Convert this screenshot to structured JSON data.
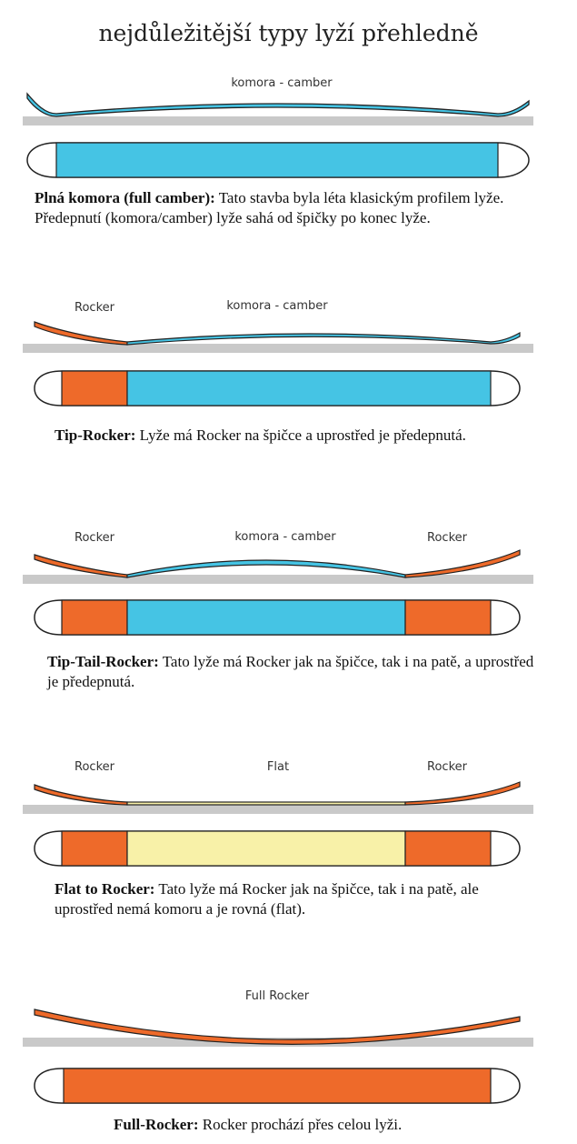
{
  "title": "nejdůležitější typy lyží přehledně",
  "colors": {
    "camber": "#45C4E4",
    "rocker": "#EE6A2A",
    "flat": "#F8F1A8",
    "ground": "#C9C9C9",
    "outline": "#222222"
  },
  "profiles": [
    {
      "labels": {
        "left": "",
        "center": "komora - camber",
        "right": ""
      },
      "caption_bold": "Plná komora (full camber):",
      "caption_text": " Tato stavba byla léta klasickým profilem lyže. Předepnutí (komora/camber) lyže sahá od špičky po konec lyže."
    },
    {
      "labels": {
        "left": "Rocker",
        "center": "komora - camber",
        "right": ""
      },
      "caption_bold": "Tip-Rocker:",
      "caption_text": " Lyže má Rocker na špičce a uprostřed je předepnutá."
    },
    {
      "labels": {
        "left": "Rocker",
        "center": "komora - camber",
        "right": "Rocker"
      },
      "caption_bold": "Tip-Tail-Rocker:",
      "caption_text": " Tato lyže má Rocker jak na špičce, tak i na patě, a uprostřed je předepnutá."
    },
    {
      "labels": {
        "left": "Rocker",
        "center": "Flat",
        "right": "Rocker"
      },
      "caption_bold": "Flat to Rocker:",
      "caption_text": " Tato lyže má Rocker jak na špičce, tak i na patě, ale uprostřed nemá komoru a je rovná (flat)."
    },
    {
      "labels": {
        "left": "",
        "center": "Full Rocker",
        "right": ""
      },
      "caption_bold": "Full-Rocker:",
      "caption_text": " Rocker prochází přes celou lyži."
    }
  ]
}
